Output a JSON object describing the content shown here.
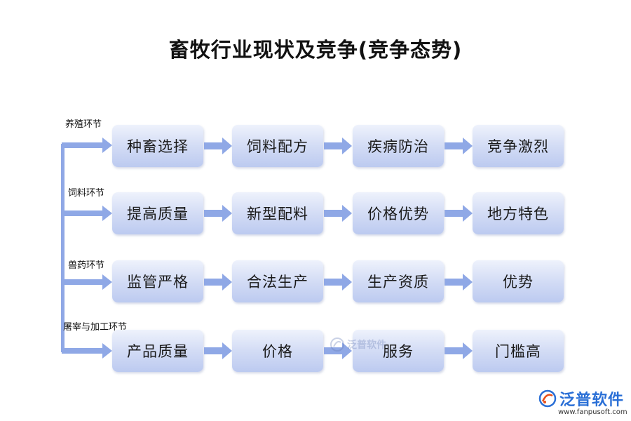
{
  "title": "畜牧行业现状及竞争(竞争态势)",
  "colors": {
    "arrow": "#8fa8e6",
    "box_top": "#eef2fc",
    "box_bottom": "#bccaf0",
    "logo": "#2a6fd6"
  },
  "rows": [
    {
      "label": "养殖环节",
      "steps": [
        "种畜选择",
        "饲料配方",
        "疾病防治",
        "竞争激烈"
      ]
    },
    {
      "label": "饲料环节",
      "steps": [
        "提高质量",
        "新型配料",
        "价格优势",
        "地方特色"
      ]
    },
    {
      "label": "兽药环节",
      "steps": [
        "监管严格",
        "合法生产",
        "生产资质",
        "优势"
      ]
    },
    {
      "label": "屠宰与加工环节",
      "steps": [
        "产品质量",
        "价格",
        "服务",
        "门槛高"
      ]
    }
  ],
  "watermark": {
    "text": "泛普软件",
    "icon": "fanpu-logo-icon"
  },
  "logo": {
    "name": "泛普软件",
    "url": "www.fanpusoft.com",
    "icon": "fanpu-logo-icon"
  }
}
